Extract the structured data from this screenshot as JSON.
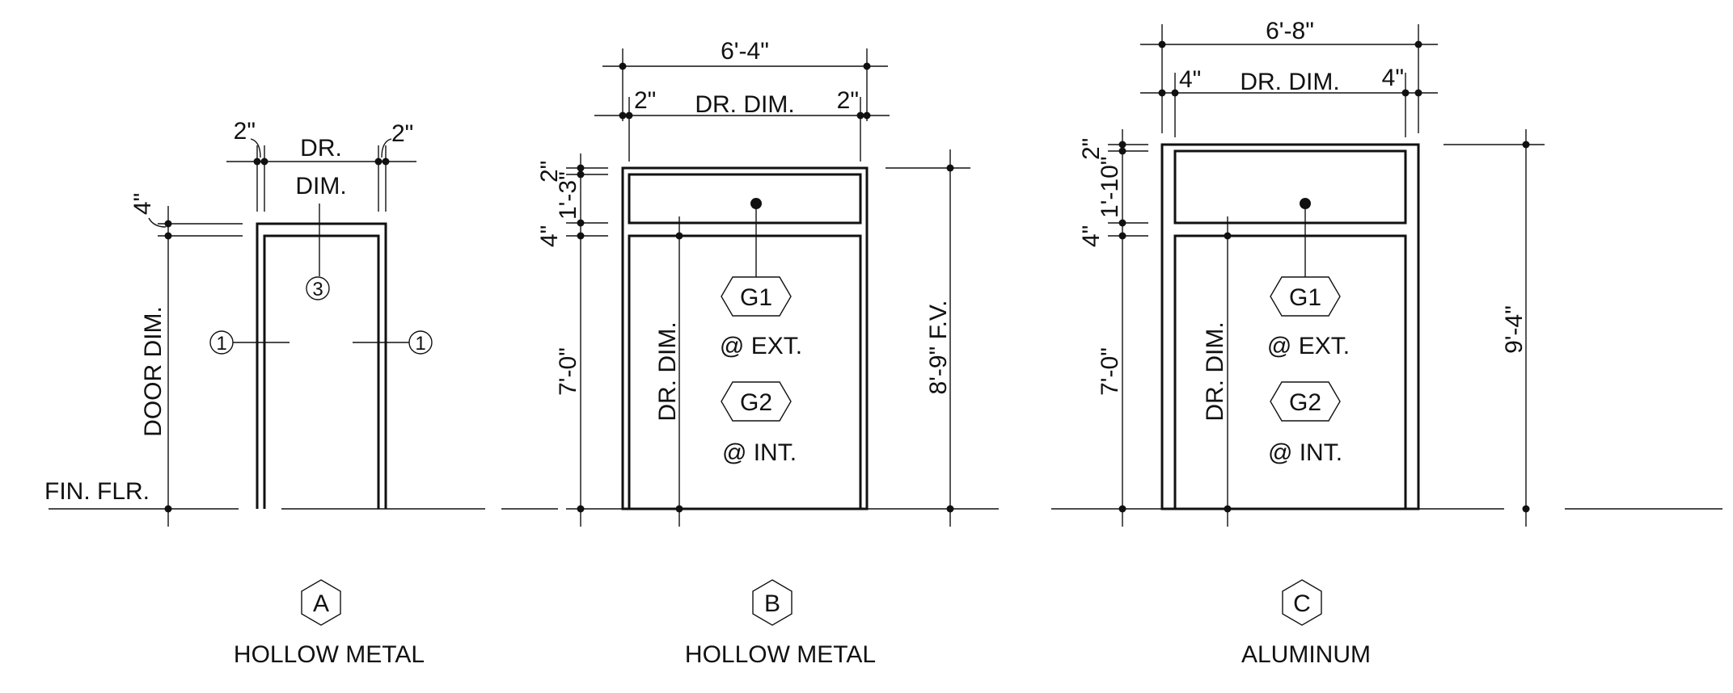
{
  "floor_label": "FIN. FLR.",
  "elevations": [
    {
      "tag": "A",
      "title": "HOLLOW METAL",
      "width_label": "DR.",
      "width_label_2": "DIM.",
      "side_label_left": "2\"",
      "side_label_right": "2\"",
      "head_label": "4\"",
      "height_label": "DOOR DIM.",
      "callout_top": "3",
      "callout_left": "1",
      "callout_right": "1"
    },
    {
      "tag": "B",
      "title": "HOLLOW METAL",
      "overall_width": "6'-4\"",
      "door_width_label": "DR. DIM.",
      "side_label_left": "2\"",
      "side_label_right": "2\"",
      "dim_top": "2\"",
      "dim_transom": "1'-3\"",
      "dim_mullion": "4\"",
      "dim_door": "7'-0\"",
      "door_height_label": "DR. DIM.",
      "overall_height": "8'-9\" F.V.",
      "glass_ext": "G1",
      "glass_ext_note": "@ EXT.",
      "glass_int": "G2",
      "glass_int_note": "@ INT."
    },
    {
      "tag": "C",
      "title": "ALUMINUM",
      "overall_width": "6'-8\"",
      "door_width_label": "DR. DIM.",
      "side_label_left": "4\"",
      "side_label_right": "4\"",
      "dim_top": "2\"",
      "dim_transom": "1'-10\"",
      "dim_mullion": "4\"",
      "dim_door": "7'-0\"",
      "door_height_label": "DR. DIM.",
      "overall_height": "9'-4\"",
      "glass_ext": "G1",
      "glass_ext_note": "@ EXT.",
      "glass_int": "G2",
      "glass_int_note": "@ INT."
    }
  ]
}
